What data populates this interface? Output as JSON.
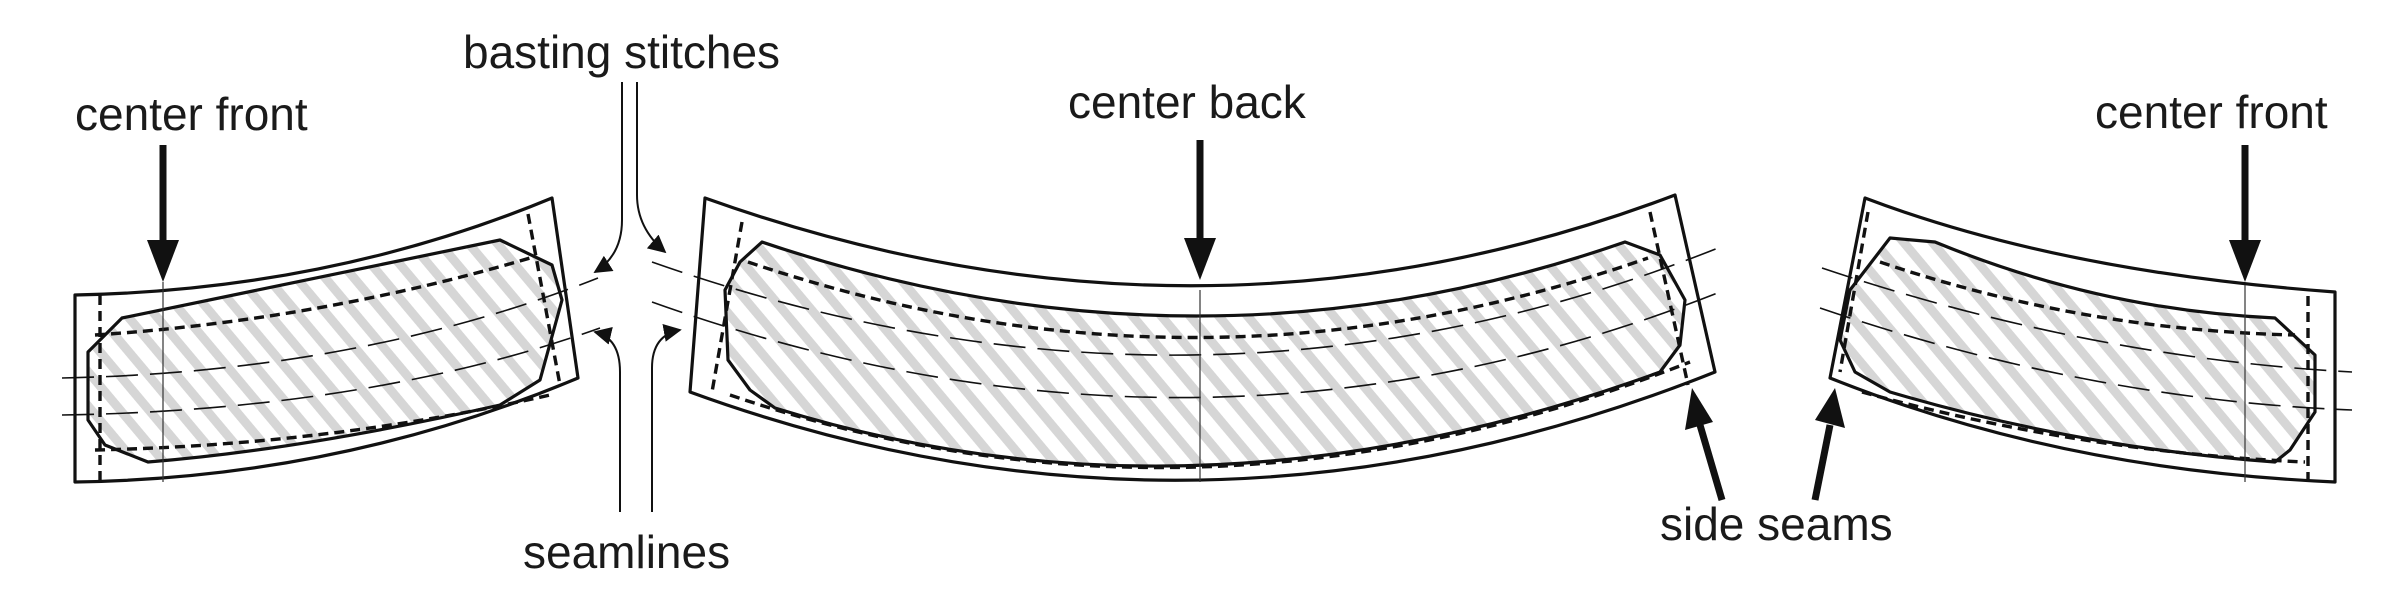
{
  "labels": {
    "basting_stitches": "basting stitches",
    "center_front_left": "center front",
    "center_back": "center back",
    "center_front_right": "center front",
    "seamlines": "seamlines",
    "side_seams": "side seams"
  },
  "colors": {
    "ink": "#111111",
    "hatch": "#d6d6d6",
    "background": "#ffffff"
  }
}
